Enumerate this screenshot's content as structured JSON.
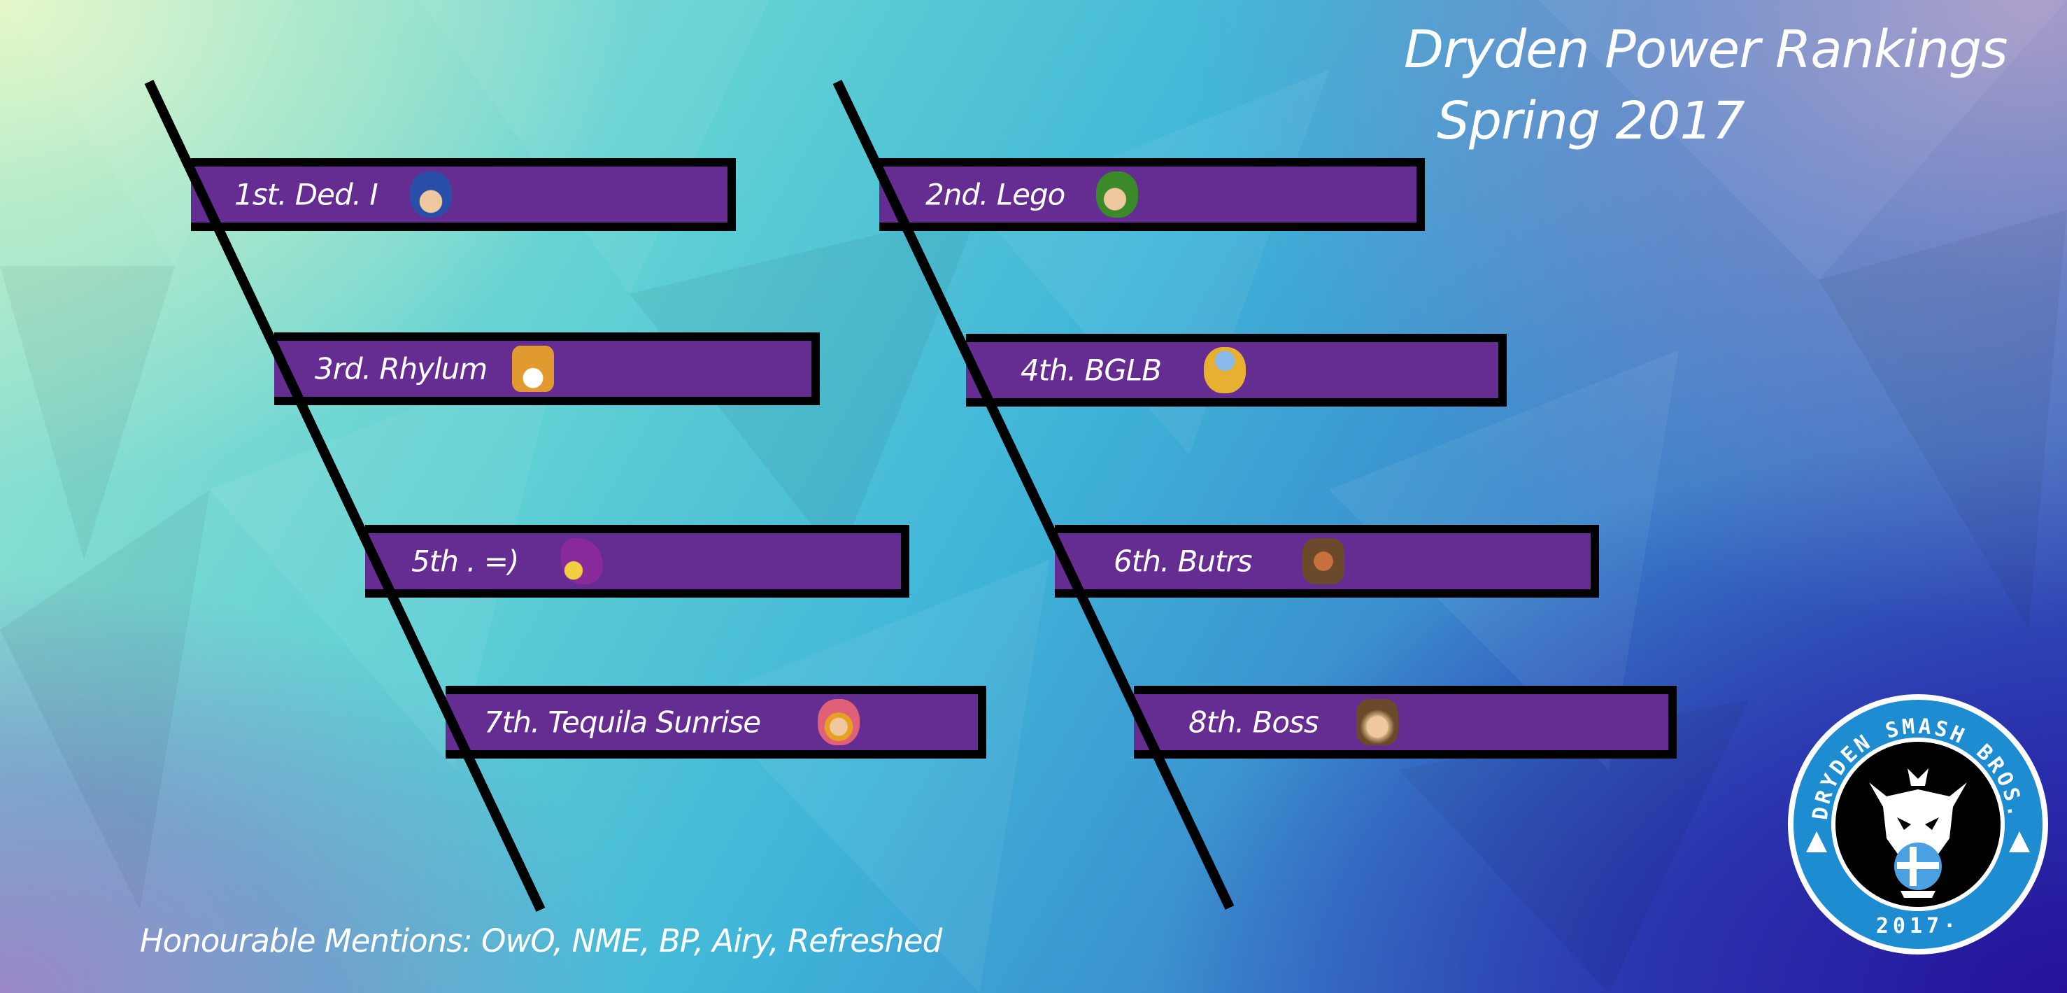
{
  "header": {
    "title_line1": "Dryden Power Rankings",
    "title_line2": "Spring 2017"
  },
  "rankings": [
    {
      "label": "1st. Ded. I",
      "icon": "marth-icon",
      "color": "#3b6fc4"
    },
    {
      "label": "2nd. Lego",
      "icon": "young-link-icon",
      "color": "#4a9a2a"
    },
    {
      "label": "3rd. Rhylum",
      "icon": "fox-icon",
      "color": "#e0a040"
    },
    {
      "label": "4th. BGLB",
      "icon": "ice-climbers-icon",
      "color": "#e8c040"
    },
    {
      "label": "5th . =)",
      "icon": "falco-icon",
      "color": "#9a2a6a"
    },
    {
      "label": "6th. Butrs",
      "icon": "ganondorf-icon",
      "color": "#b06030"
    },
    {
      "label": "7th. Tequila Sunrise",
      "icon": "peach-icon",
      "color": "#e86a8a"
    },
    {
      "label": "8th. Boss",
      "icon": "dr-mario-icon",
      "color": "#e0c080"
    }
  ],
  "footer": {
    "mentions": "Honourable Mentions: OwO, NME, BP,  Airy, Refreshed"
  },
  "logo": {
    "top_text": "DRYDEN SMASH BROS.",
    "bottom_text": "2017·"
  },
  "colors": {
    "banner": "#652d91",
    "outline": "#000000",
    "logo_ring": "#1e8cd0"
  }
}
